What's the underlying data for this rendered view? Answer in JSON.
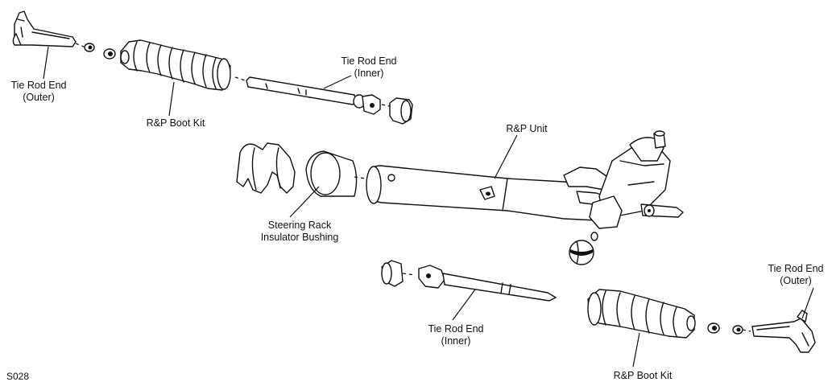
{
  "labels": {
    "tie_rod_outer_left": [
      "Tie Rod End",
      "(Outer)"
    ],
    "boot_kit_top": [
      "R&P Boot Kit"
    ],
    "tie_rod_inner_top": [
      "Tie Rod End",
      "(Inner)"
    ],
    "rp_unit": [
      "R&P Unit"
    ],
    "insulator_bushing": [
      "Steering Rack",
      "Insulator Bushing"
    ],
    "tie_rod_inner_bottom": [
      "Tie Rod End",
      "(Inner)"
    ],
    "boot_kit_bottom": [
      "R&P Boot Kit"
    ],
    "tie_rod_outer_right": [
      "Tie Rod End",
      "(Outer)"
    ]
  },
  "figure_code": "S028"
}
